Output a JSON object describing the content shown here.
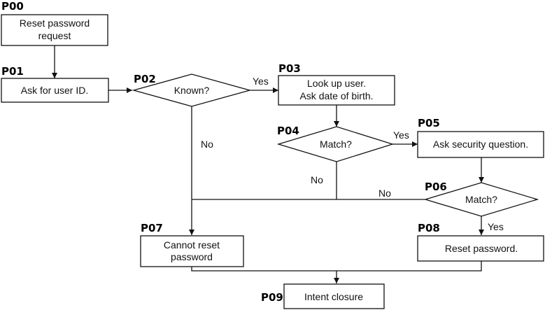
{
  "nodes": {
    "p00": {
      "id": "P00",
      "lines": [
        "Reset password",
        "request"
      ]
    },
    "p01": {
      "id": "P01",
      "lines": [
        "Ask for user ID."
      ]
    },
    "p02": {
      "id": "P02",
      "lines": [
        "Known?"
      ]
    },
    "p03": {
      "id": "P03",
      "lines": [
        "Look up user.",
        "Ask date of birth."
      ]
    },
    "p04": {
      "id": "P04",
      "lines": [
        "Match?"
      ]
    },
    "p05": {
      "id": "P05",
      "lines": [
        "Ask security question."
      ]
    },
    "p06": {
      "id": "P06",
      "lines": [
        "Match?"
      ]
    },
    "p07": {
      "id": "P07",
      "lines": [
        "Cannot reset",
        "password"
      ]
    },
    "p08": {
      "id": "P08",
      "lines": [
        "Reset password."
      ]
    },
    "p09": {
      "id": "P09",
      "lines": [
        "Intent closure"
      ]
    }
  },
  "edge_labels": {
    "p02_yes": "Yes",
    "p02_no": "No",
    "p04_yes": "Yes",
    "p04_no": "No",
    "p06_no": "No",
    "p06_yes": "Yes"
  }
}
